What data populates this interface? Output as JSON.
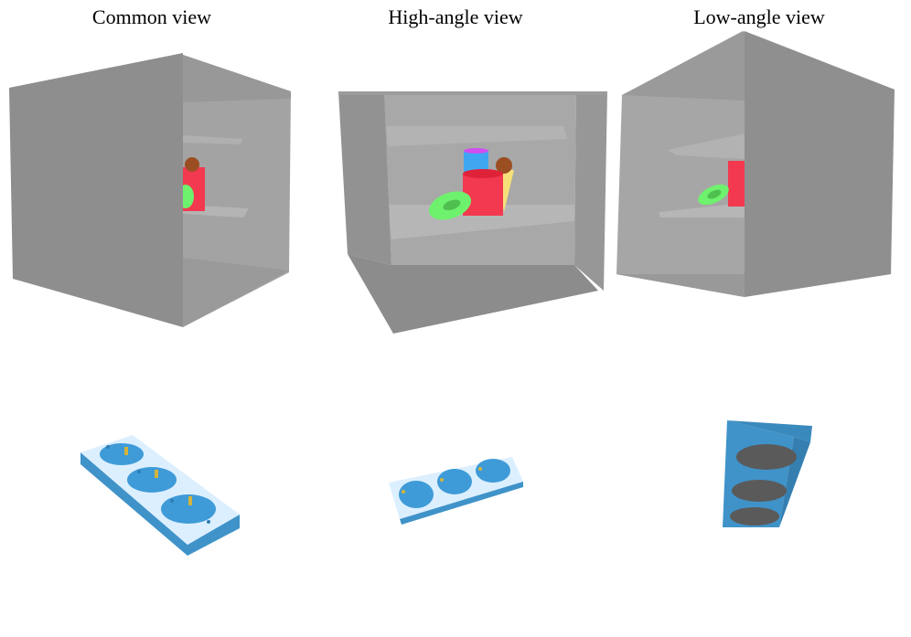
{
  "titles": {
    "common": "Common view",
    "high": "High-angle view",
    "low": "Low-angle view"
  },
  "colors": {
    "cabinet_front": "#8c8c8c",
    "cabinet_side": "#979797",
    "cabinet_inner": "#a9a9a9",
    "shelf": "#9a9a9a",
    "red_cup": "#f2394f",
    "green_ring": "#6ef26e",
    "blue_cup": "#3fa7f2",
    "magenta_rim": "#d14ef0",
    "yellow_cone": "#f5e07a",
    "brown_ball": "#9b4e22",
    "socket_plate_top": "#dcefff",
    "socket_plate_side": "#3f93c9",
    "socket_hole": "#3e9bd8",
    "pin": "#d4b43a",
    "back_hole": "#5a5a5a"
  }
}
